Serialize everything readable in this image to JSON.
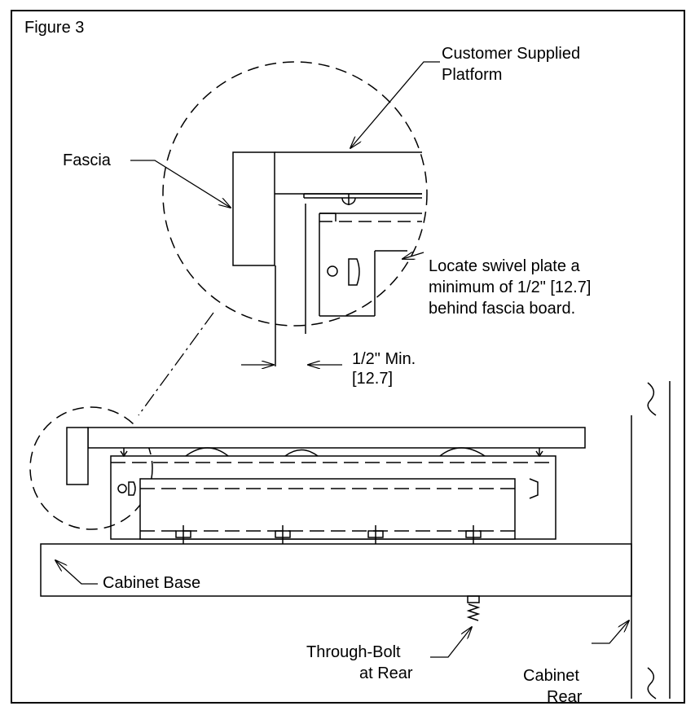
{
  "figure_title": "Figure 3",
  "labels": {
    "customer_platform_line1": "Customer Supplied",
    "customer_platform_line2": "Platform",
    "fascia": "Fascia",
    "note_line1": "Locate swivel plate a",
    "note_line2": "minimum of 1/2\" [12.7]",
    "note_line3": "behind fascia board.",
    "dimension_line1": "1/2\" Min.",
    "dimension_line2": "[12.7]",
    "cabinet_base": "Cabinet Base",
    "through_bolt_line1": "Through-Bolt",
    "through_bolt_line2": "at Rear",
    "cabinet_rear_line1": "Cabinet",
    "cabinet_rear_line2": "Rear"
  },
  "colors": {
    "line": "#000000",
    "background": "#ffffff"
  }
}
